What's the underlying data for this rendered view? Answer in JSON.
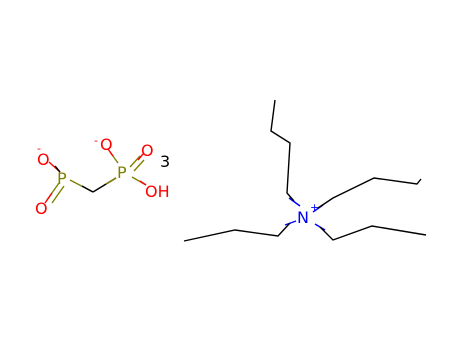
{
  "colors": {
    "bond": "#000000",
    "oxygen": "#ff0000",
    "phosphorus": "#808000",
    "nitrogen": "#0000ff",
    "carbon_label": "#000000"
  },
  "anion": {
    "atoms": {
      "o1": "O",
      "o2": "O",
      "o3": "O",
      "o4": "O",
      "o5": "OH",
      "p1": "P",
      "p2": "P"
    },
    "charges": {
      "o1": "-",
      "o2": "-"
    },
    "stoichiometry": "3"
  },
  "cation": {
    "atoms": {
      "n": "N"
    },
    "charges": {
      "n": "+"
    }
  }
}
